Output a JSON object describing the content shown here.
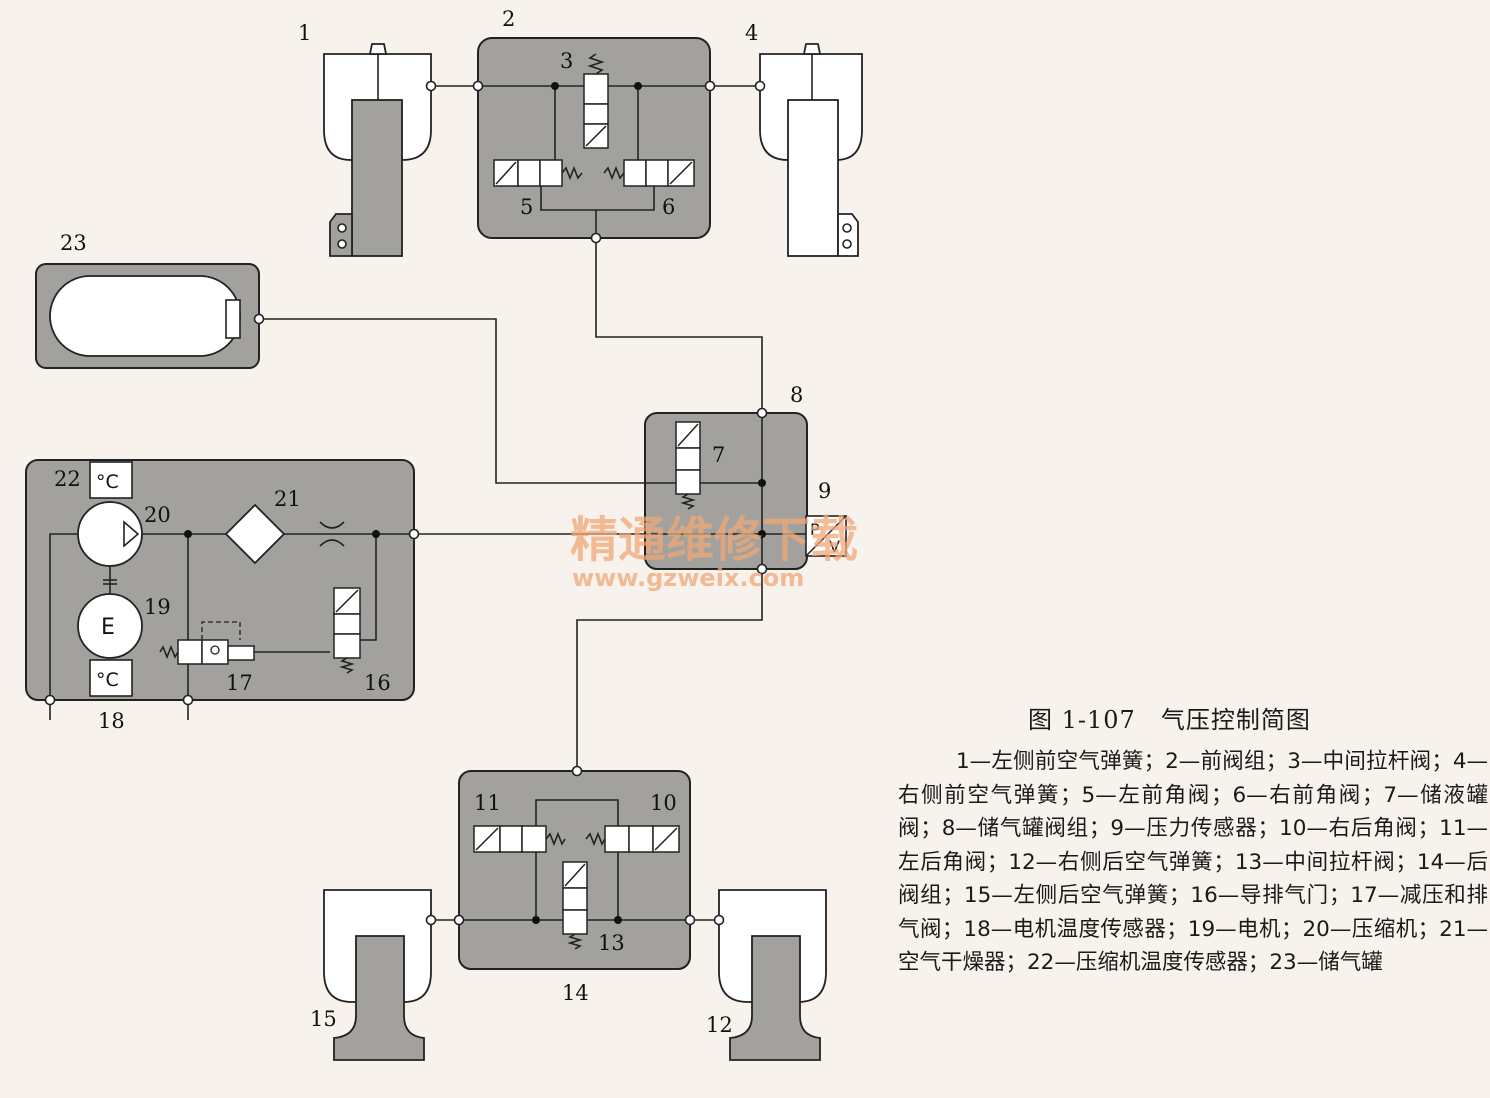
{
  "labels": {
    "l1": "1",
    "l2": "2",
    "l3": "3",
    "l4": "4",
    "l5": "5",
    "l6": "6",
    "l7": "7",
    "l8": "8",
    "l9": "9",
    "l10": "10",
    "l11": "11",
    "l12": "12",
    "l13": "13",
    "l14": "14",
    "l15": "15",
    "l16": "16",
    "l17": "17",
    "l18": "18",
    "l19": "19",
    "l20": "20",
    "l21": "21",
    "l22": "22",
    "l23": "23"
  },
  "symbols": {
    "celsius_top": "°C",
    "celsius_bottom": "°C",
    "motor": "E",
    "sensor_p": "P",
    "sensor_v": "V"
  },
  "watermark": {
    "line1": "精通维修下载",
    "line2": "www.gzweix.com"
  },
  "caption": {
    "title": "图 1-107　气压控制简图",
    "body": "1—左侧前空气弹簧；2—前阀组；3—中间拉杆阀；4—右侧前空气弹簧；5—左前角阀；6—右前角阀；7—储液罐阀；8—储气罐阀组；9—压力传感器；10—右后角阀；11—左后角阀；12—右侧后空气弹簧；13—中间拉杆阀；14—后阀组；15—左侧后空气弹簧；16—导排气门；17—减压和排气阀；18—电机温度传感器；19—电机；20—压缩机；21—空气干燥器；22—压缩机温度传感器；23—储气罐"
  }
}
